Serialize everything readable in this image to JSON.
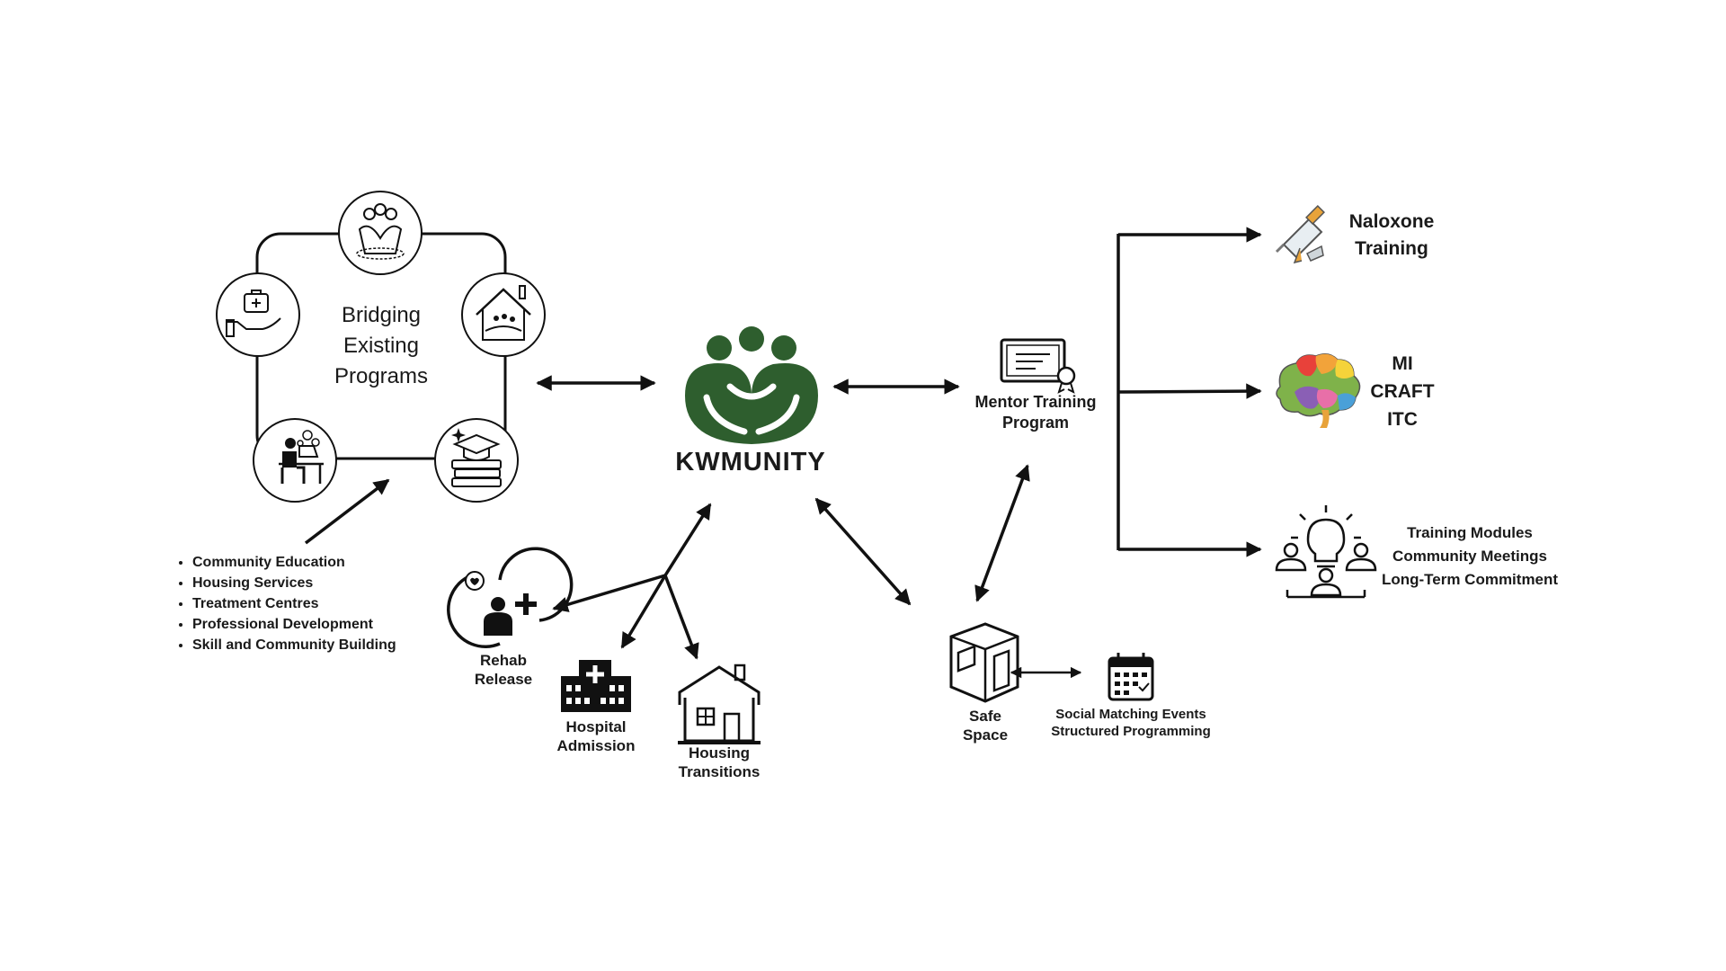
{
  "colors": {
    "brand_green": "#2e5e2e",
    "line": "#111111",
    "background": "#ffffff"
  },
  "hub": {
    "title": [
      "Bridging",
      "Existing",
      "Programs"
    ]
  },
  "hub_items": [
    "Community Education",
    "Housing Services",
    "Treatment Centres",
    "Professional Development",
    "Skill and Community Building"
  ],
  "hub_icons": [
    "community-group-icon",
    "care-hand-icon",
    "house-family-icon",
    "remote-worker-icon",
    "education-books-icon"
  ],
  "center": {
    "name": "KWMUNITY",
    "logo": "kwmunity-logo-icon"
  },
  "entry_points": [
    {
      "label": [
        "Rehab",
        "Release"
      ],
      "icon": "rehab-person-icon"
    },
    {
      "label": [
        "Hospital",
        "Admission"
      ],
      "icon": "hospital-icon"
    },
    {
      "label": [
        "Housing",
        "Transitions"
      ],
      "icon": "house-icon"
    }
  ],
  "mentor": {
    "label": [
      "Mentor Training",
      "Program"
    ],
    "icon": "certificate-icon"
  },
  "safe_space": {
    "label": [
      "Safe",
      "Space"
    ],
    "icon": "cube-room-icon"
  },
  "safe_space_detail": {
    "lines": [
      "Social Matching Events",
      "Structured Programming"
    ],
    "icon": "calendar-icon"
  },
  "trainings": [
    {
      "lines": [
        "Naloxone",
        "Training"
      ],
      "icon": "naloxone-syringe-icon"
    },
    {
      "lines": [
        "MI",
        "CRAFT",
        "ITC"
      ],
      "icon": "brain-icon"
    },
    {
      "lines": [
        "Training Modules",
        "Community Meetings",
        "Long-Term Commitment"
      ],
      "icon": "meeting-idea-icon"
    }
  ]
}
